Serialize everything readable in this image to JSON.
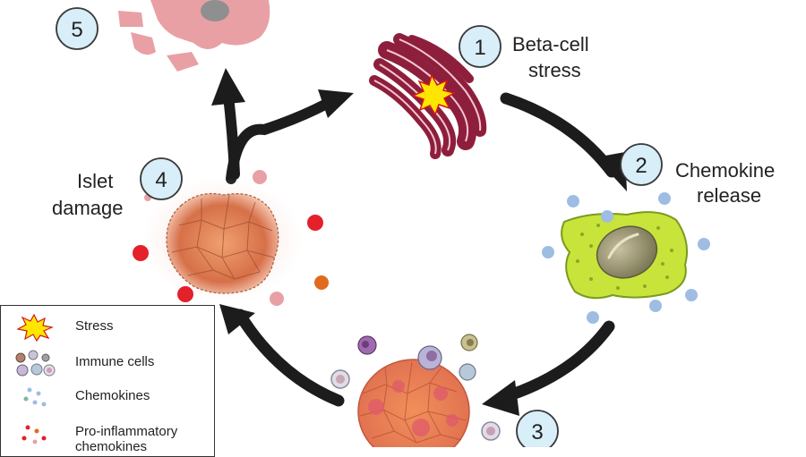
{
  "steps": [
    {
      "number": "1",
      "label_line1": "Beta-cell",
      "label_line2": "stress"
    },
    {
      "number": "2",
      "label_line1": "Chemokine",
      "label_line2": "release"
    },
    {
      "number": "3"
    },
    {
      "number": "4",
      "label_line1": "Islet",
      "label_line2": "damage"
    },
    {
      "number": "5"
    }
  ],
  "legend": {
    "items": [
      {
        "label": "Stress"
      },
      {
        "label": "Immune cells"
      },
      {
        "label": "Chemokines"
      },
      {
        "label_line1": "Pro-inflammatory",
        "label_line2": "chemokines"
      }
    ]
  },
  "colors": {
    "badge_fill": "#d8eef8",
    "badge_stroke": "#3a3a3a",
    "arrow": "#1c1c1c",
    "stress_burst": "#ffe600",
    "er_fill": "#8e1f3c",
    "chemokine": "#9fbde3",
    "immune_cell": "#e3a9b2",
    "proinflammatory_red": "#e4202b",
    "proinflammatory_orange": "#e06a1e",
    "islet": "#e68a60",
    "remnant": "#e9a0a5"
  }
}
